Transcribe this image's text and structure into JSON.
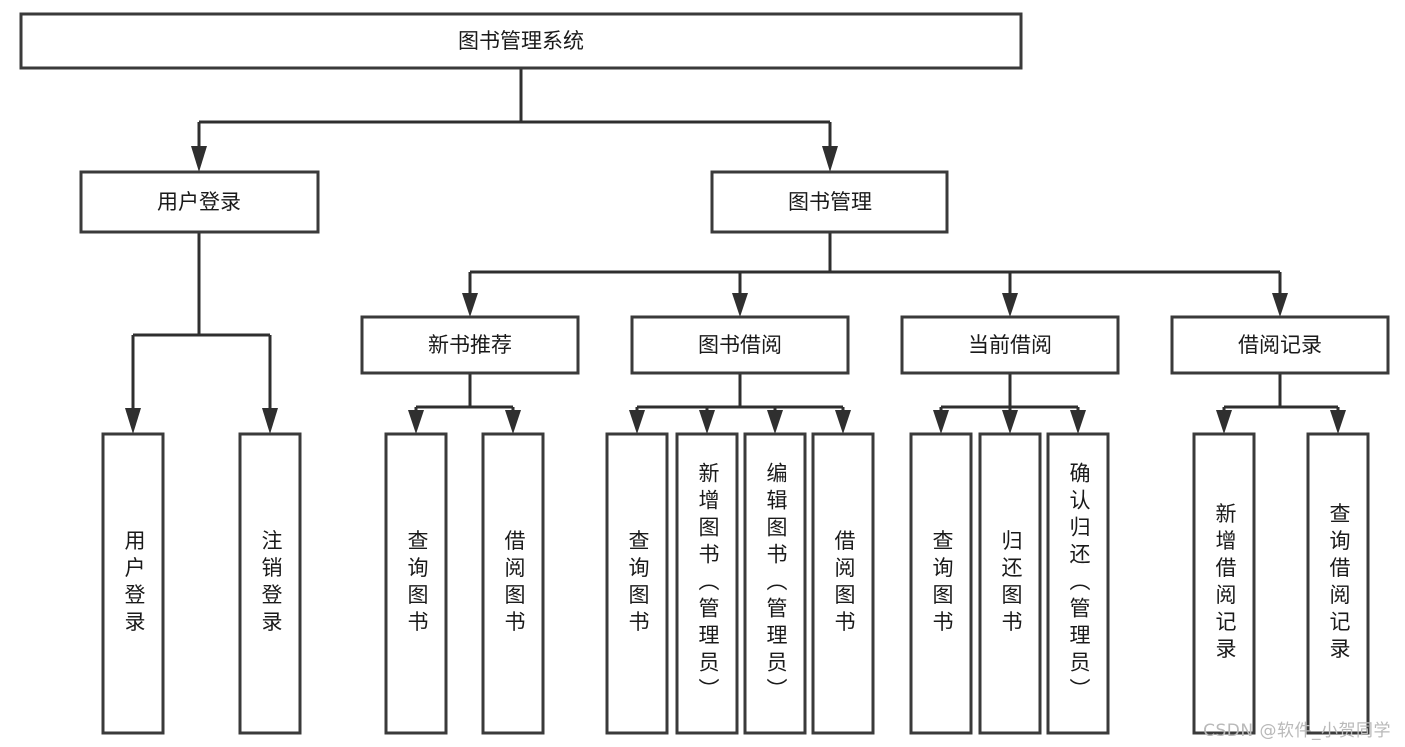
{
  "diagram": {
    "title": "图书管理系统",
    "type": "tree-hierarchy",
    "root": {
      "label": "图书管理系统"
    },
    "level2": [
      {
        "label": "用户登录"
      },
      {
        "label": "图书管理"
      }
    ],
    "level3": [
      {
        "label": "新书推荐"
      },
      {
        "label": "图书借阅"
      },
      {
        "label": "当前借阅"
      },
      {
        "label": "借阅记录"
      }
    ],
    "leaves": {
      "user_login": [
        {
          "label": "用户登录"
        },
        {
          "label": "注销登录"
        }
      ],
      "new_book_recommend": [
        {
          "label": "查询图书"
        },
        {
          "label": "借阅图书"
        }
      ],
      "book_borrow": [
        {
          "label": "查询图书"
        },
        {
          "label": "新增图书（管理员）"
        },
        {
          "label": "编辑图书（管理员）"
        },
        {
          "label": "借阅图书"
        }
      ],
      "current_borrow": [
        {
          "label": "查询图书"
        },
        {
          "label": "归还图书"
        },
        {
          "label": "确认归还（管理员）"
        }
      ],
      "borrow_record": [
        {
          "label": "新增借阅记录"
        },
        {
          "label": "查询借阅记录"
        }
      ]
    }
  },
  "watermark": {
    "text": "CSDN @软件_小贺同学"
  },
  "colors": {
    "box_stroke": "#3a3a3a",
    "connector": "#2f2f2f",
    "text": "#1a1a1a",
    "background": "#ffffff",
    "watermark": "#b9b9b9"
  }
}
